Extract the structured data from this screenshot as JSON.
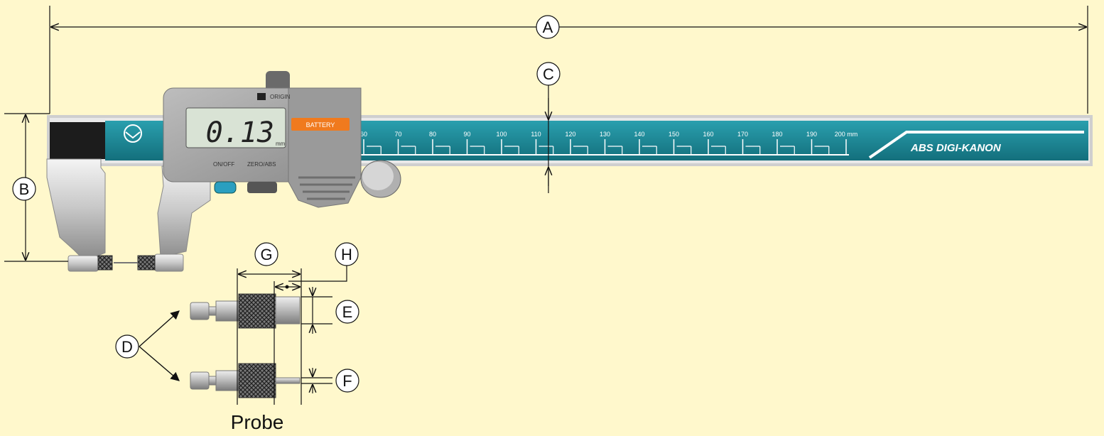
{
  "labels": {
    "A": "A",
    "B": "B",
    "C": "C",
    "D": "D",
    "E": "E",
    "F": "F",
    "G": "G",
    "H": "H"
  },
  "caption": "Probe",
  "display": {
    "reading": "0.13",
    "battery_label": "BATTERY",
    "origin_label": "ORIGIN",
    "onoff_label": "ON/OFF",
    "zero_label": "ZERO/ABS",
    "unit": "mm"
  },
  "beam": {
    "brand": "ABS  DIGI-KANON",
    "scale_labels": [
      "60",
      "70",
      "80",
      "90",
      "100",
      "110",
      "120",
      "130",
      "140",
      "150",
      "160",
      "170",
      "180",
      "190",
      "200 mm"
    ]
  },
  "colors": {
    "background": "#FFF8CC",
    "beam_teal": "#1A8A9A",
    "lcd": "#D9E3D5",
    "battery": "#F07A1E"
  }
}
